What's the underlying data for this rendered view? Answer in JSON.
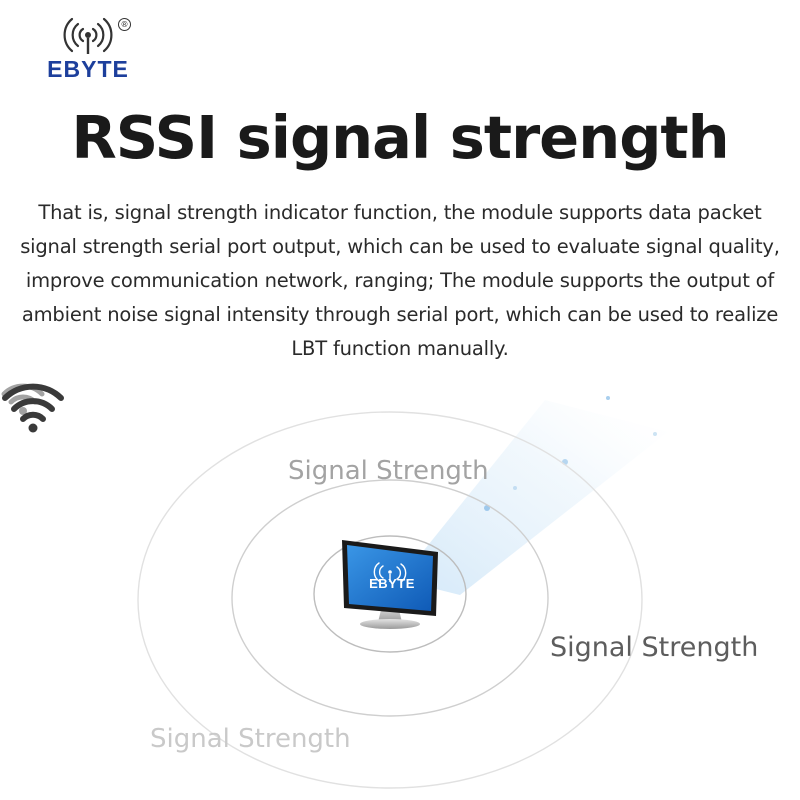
{
  "brand": {
    "name": "EBYTE",
    "registered_mark": "®",
    "color": "#1d3f9c",
    "icon": "antenna-signal-icon"
  },
  "title": "RSSI signal strength",
  "description": "That is, signal strength indicator function, the module supports data packet signal strength serial port output, which can be used to evaluate signal quality, improve communication network, ranging; The module supports the output of ambient noise signal intensity through serial port, which can be used to realize LBT function manually.",
  "diagram": {
    "labels": [
      {
        "text": "Signal Strength",
        "color": "#a3a3a3",
        "icon": "wifi-icon"
      },
      {
        "text": "Signal Strength",
        "color": "#5d5d5d",
        "icon": "wifi-icon"
      },
      {
        "text": "Signal Strength",
        "color": "#c9c9c9"
      }
    ],
    "monitor": {
      "brand_text": "EBYTE",
      "screen_color": "#1a73c9",
      "icon": "monitor-icon"
    }
  }
}
